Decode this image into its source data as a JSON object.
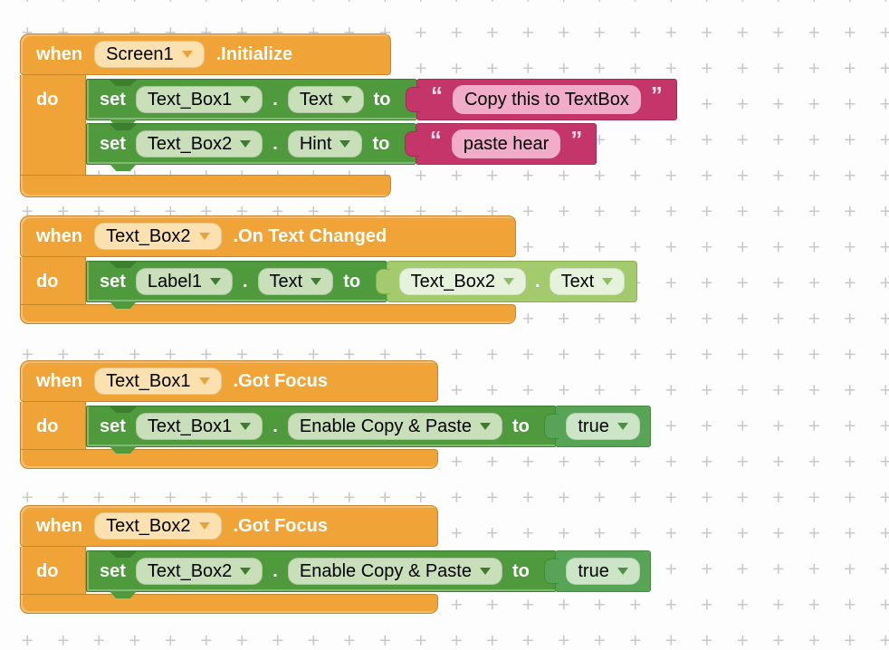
{
  "labels": {
    "when": "when",
    "do": "do",
    "set": "set",
    "to": "to",
    "dot": ".",
    "quote_open": "“",
    "quote_close": "”"
  },
  "palette": {
    "event_orange": "#F0A437",
    "event_border": "#C6862C",
    "event_field_bg": "#FBE0B0",
    "setter_green": "#4E9A3D",
    "setter_field_bg": "#C8DFBA",
    "getter_green": "#A3CA6C",
    "getter_field_bg": "#E6F2DC",
    "string_magenta": "#C43669",
    "string_field_pink": "#F0ACC9",
    "logic_green": "#58A457",
    "logic_field_bg": "#CDE5C7",
    "canvas_bg": "#FDFDFD",
    "grid_cross": "#C8C8C8"
  },
  "blocks": [
    {
      "header": {
        "component": "Screen1",
        "event": ".Initialize"
      },
      "statements": [
        {
          "component": "Text_Box1",
          "property": "Text",
          "value": {
            "kind": "string",
            "text": "Copy this to TextBox"
          }
        },
        {
          "component": "Text_Box2",
          "property": "Hint",
          "value": {
            "kind": "string",
            "text": "paste hear"
          }
        }
      ]
    },
    {
      "header": {
        "component": "Text_Box2",
        "event": ".On Text Changed"
      },
      "statements": [
        {
          "component": "Label1",
          "property": "Text",
          "value": {
            "kind": "getter",
            "component": "Text_Box2",
            "property": "Text"
          }
        }
      ]
    },
    {
      "header": {
        "component": "Text_Box1",
        "event": ".Got Focus"
      },
      "statements": [
        {
          "component": "Text_Box1",
          "property": "Enable Copy & Paste",
          "value": {
            "kind": "logic",
            "text": "true"
          }
        }
      ]
    },
    {
      "header": {
        "component": "Text_Box2",
        "event": ".Got Focus"
      },
      "statements": [
        {
          "component": "Text_Box2",
          "property": "Enable Copy & Paste",
          "value": {
            "kind": "logic",
            "text": "true"
          }
        }
      ]
    }
  ]
}
